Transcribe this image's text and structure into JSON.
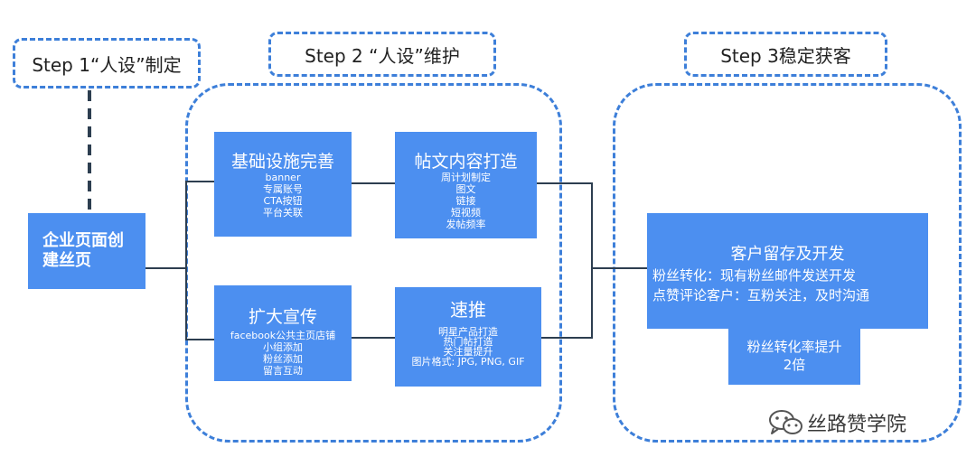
{
  "steps": {
    "step1": "Step 1“人设”制定",
    "step2": "Step 2 “人设”维护",
    "step3": "Step 3稳定获客"
  },
  "start": {
    "title": "企业页面创建丝页"
  },
  "boxes": {
    "infra": {
      "title": "基础设施完善",
      "items": [
        "banner",
        "专属账号",
        "CTA按钮",
        "平台关联"
      ]
    },
    "content": {
      "title": "帖文内容打造",
      "items": [
        "周计划制定",
        "图文",
        "链接",
        "短视频",
        "发帖频率"
      ]
    },
    "promo": {
      "title": "扩大宣传",
      "items": [
        "facebook公共主页店铺",
        "小组添加",
        "粉丝添加",
        "留言互动"
      ]
    },
    "boost": {
      "title": "速推",
      "items": [
        "明星产品打造",
        "热门帖打造",
        "关注量提升",
        "图片格式: JPG, PNG, GIF"
      ]
    },
    "retention": {
      "title": "客户留存及开发",
      "items": [
        "粉丝转化：现有粉丝邮件发送开发",
        "点赞评论客户：互粉关注，及时沟通"
      ]
    },
    "rate": {
      "lines": [
        "粉丝转化率提升",
        "2倍"
      ]
    }
  },
  "watermark": {
    "text": "丝路赞学院",
    "icon": "wechat-icon"
  }
}
